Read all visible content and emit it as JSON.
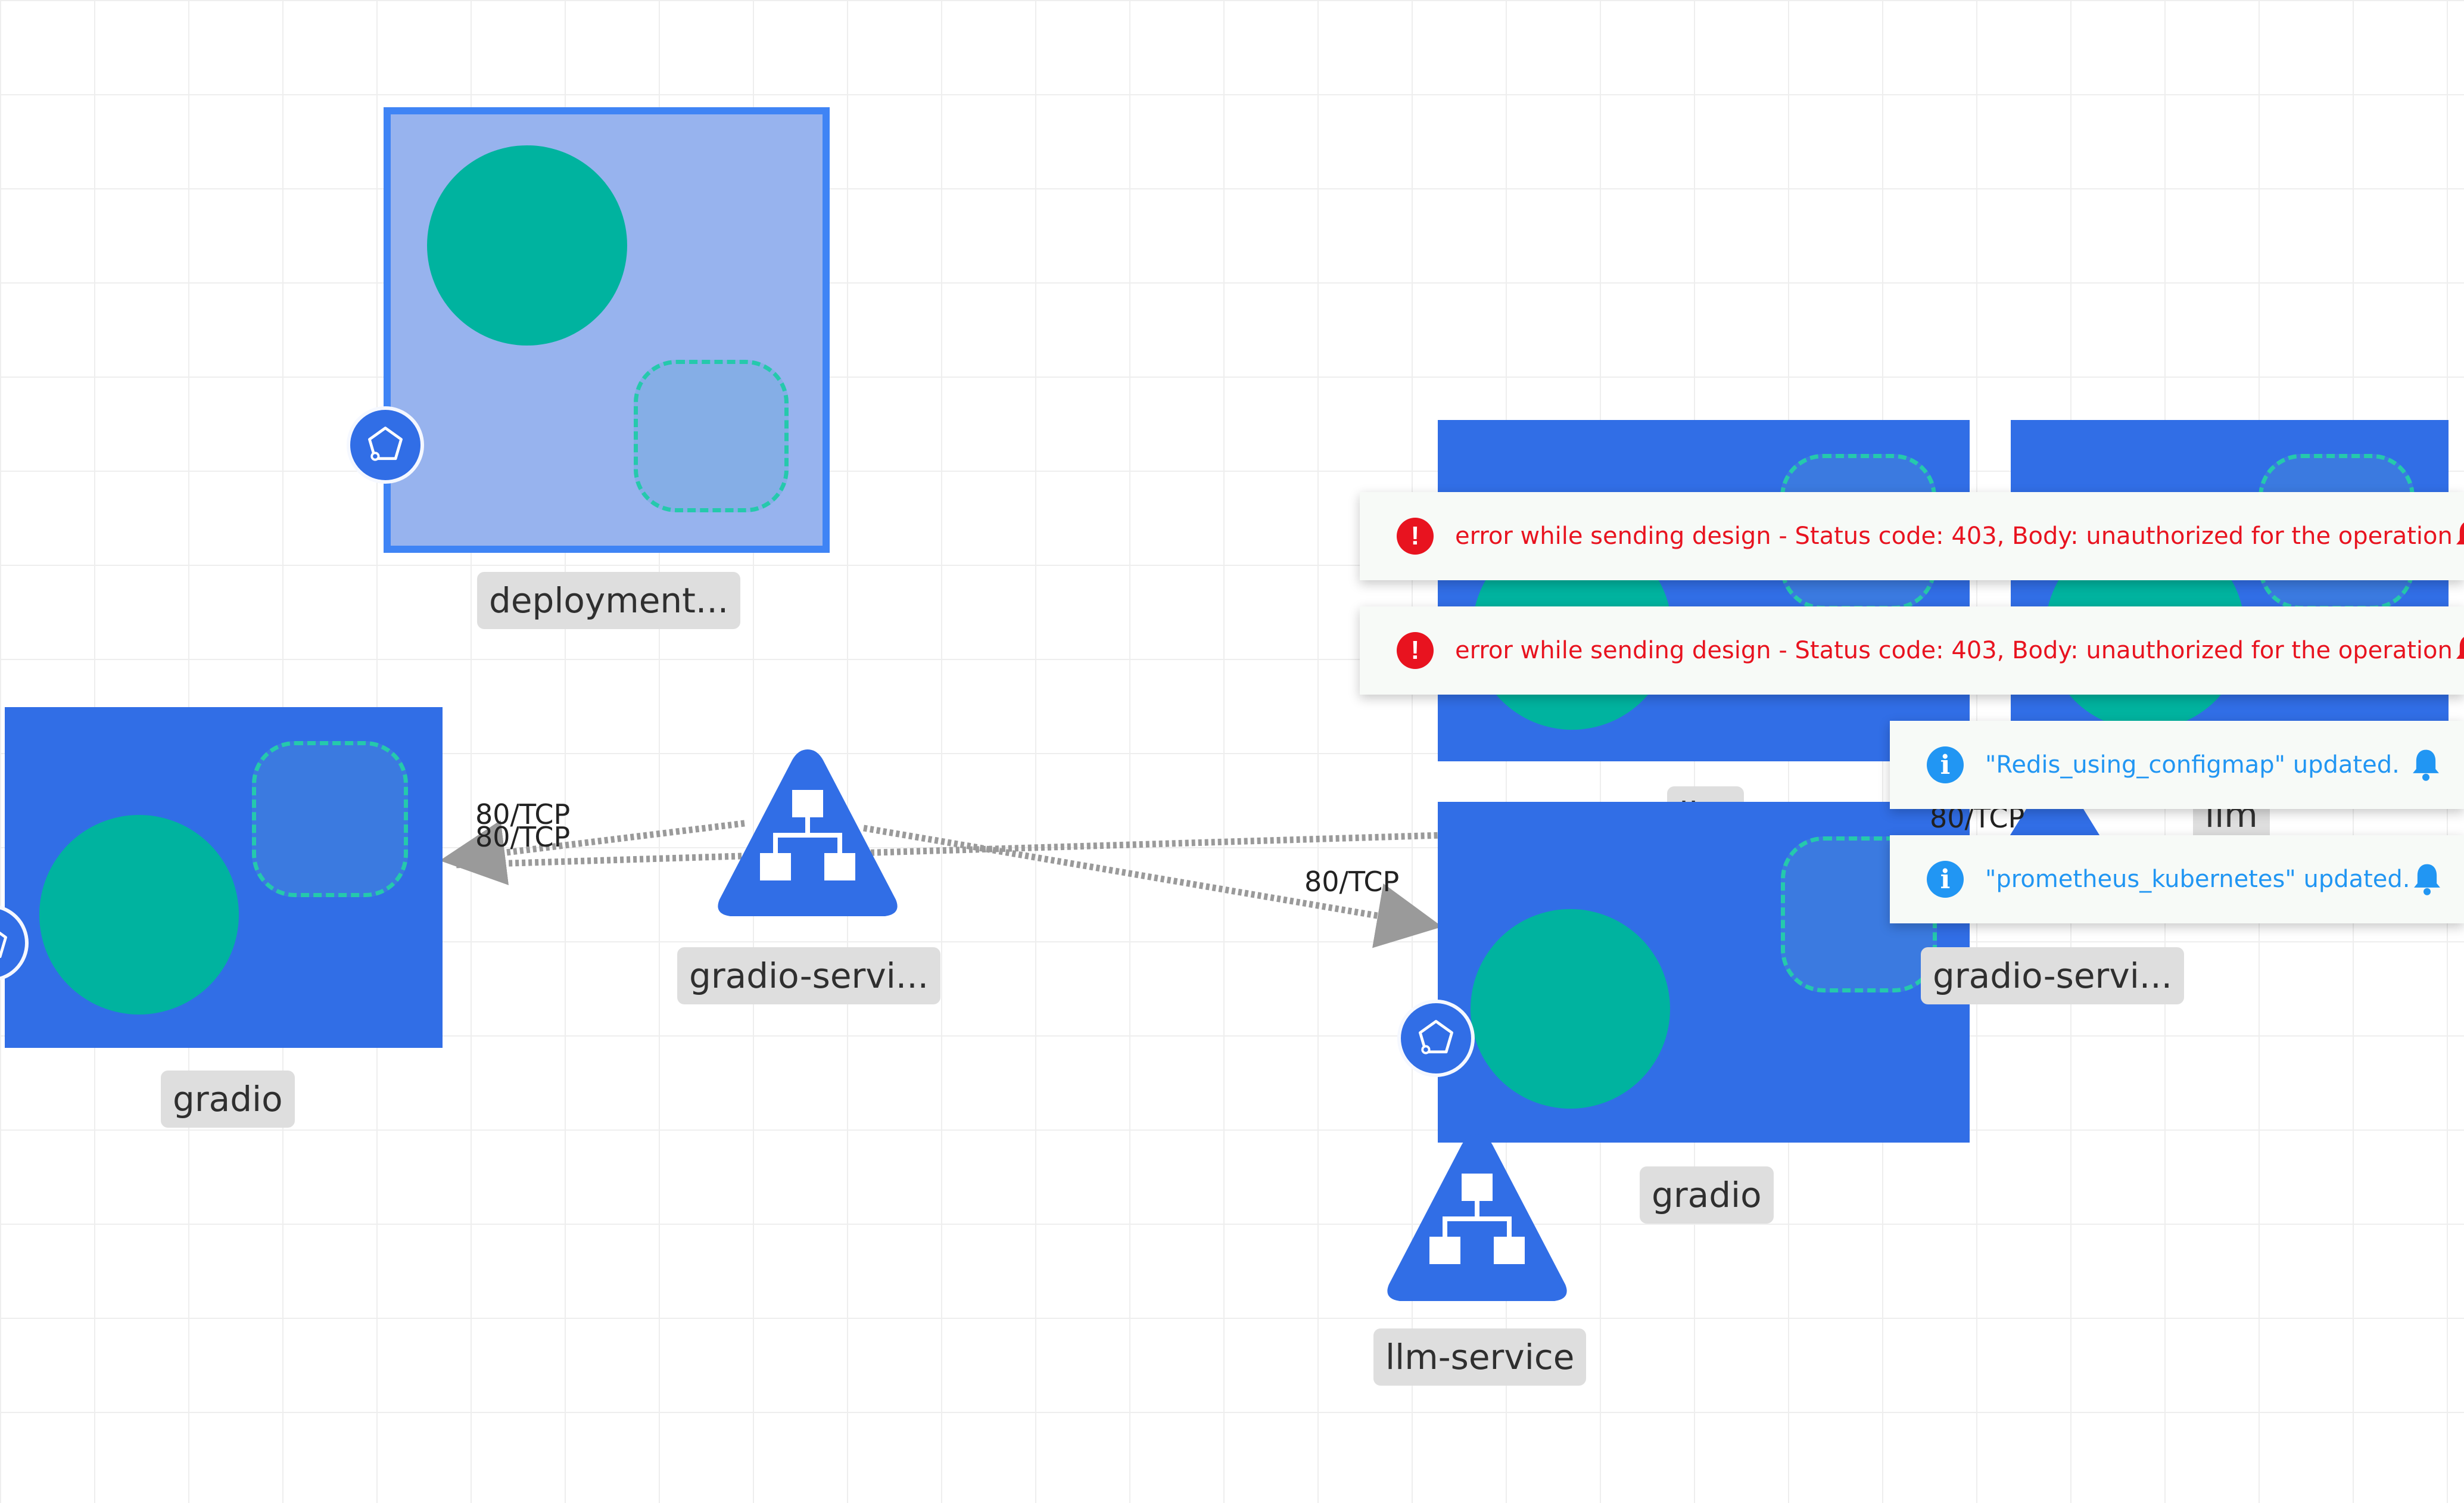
{
  "canvas": {
    "nodes": {
      "deployment_top": {
        "label": "deployment..."
      },
      "gradio_left": {
        "label": "gradio"
      },
      "gradio_service_mid": {
        "label": "gradio-servi..."
      },
      "llm_top": {
        "label": "llm"
      },
      "llm_right_partial": {
        "label": "llm"
      },
      "gradio_center": {
        "label": "gradio"
      },
      "gradio_service_right": {
        "label": "gradio-servi..."
      },
      "llm_service": {
        "label": "llm-service"
      }
    },
    "edges": {
      "edge_1": {
        "label": "80/TCP"
      },
      "edge_2": {
        "label": "80/TCP"
      },
      "edge_3": {
        "label": "80/TCP"
      },
      "edge_4": {
        "label": "80/TCP"
      }
    }
  },
  "notifications": [
    {
      "type": "error",
      "icon": "error-icon",
      "message": "error while sending design - Status code: 403, Body: unauthorized for the operation",
      "color": "#e8131f"
    },
    {
      "type": "error",
      "icon": "error-icon",
      "message": "error while sending design - Status code: 403, Body: unauthorized for the operation",
      "color": "#e8131f"
    },
    {
      "type": "info",
      "icon": "info-icon",
      "message": "\"Redis_using_configmap\" updated.",
      "color": "#2196f3"
    },
    {
      "type": "info",
      "icon": "info-icon",
      "message": "\"prometheus_kubernetes\" updated.",
      "color": "#2196f3"
    }
  ],
  "colors": {
    "deployment_fill": "#316ee6",
    "deployment_selected_fill": "#97b3ee",
    "selected_border": "#3f84f5",
    "pod": "#00b39f",
    "dashed_container": "#25c9ac",
    "edge": "#9a9a9a"
  }
}
